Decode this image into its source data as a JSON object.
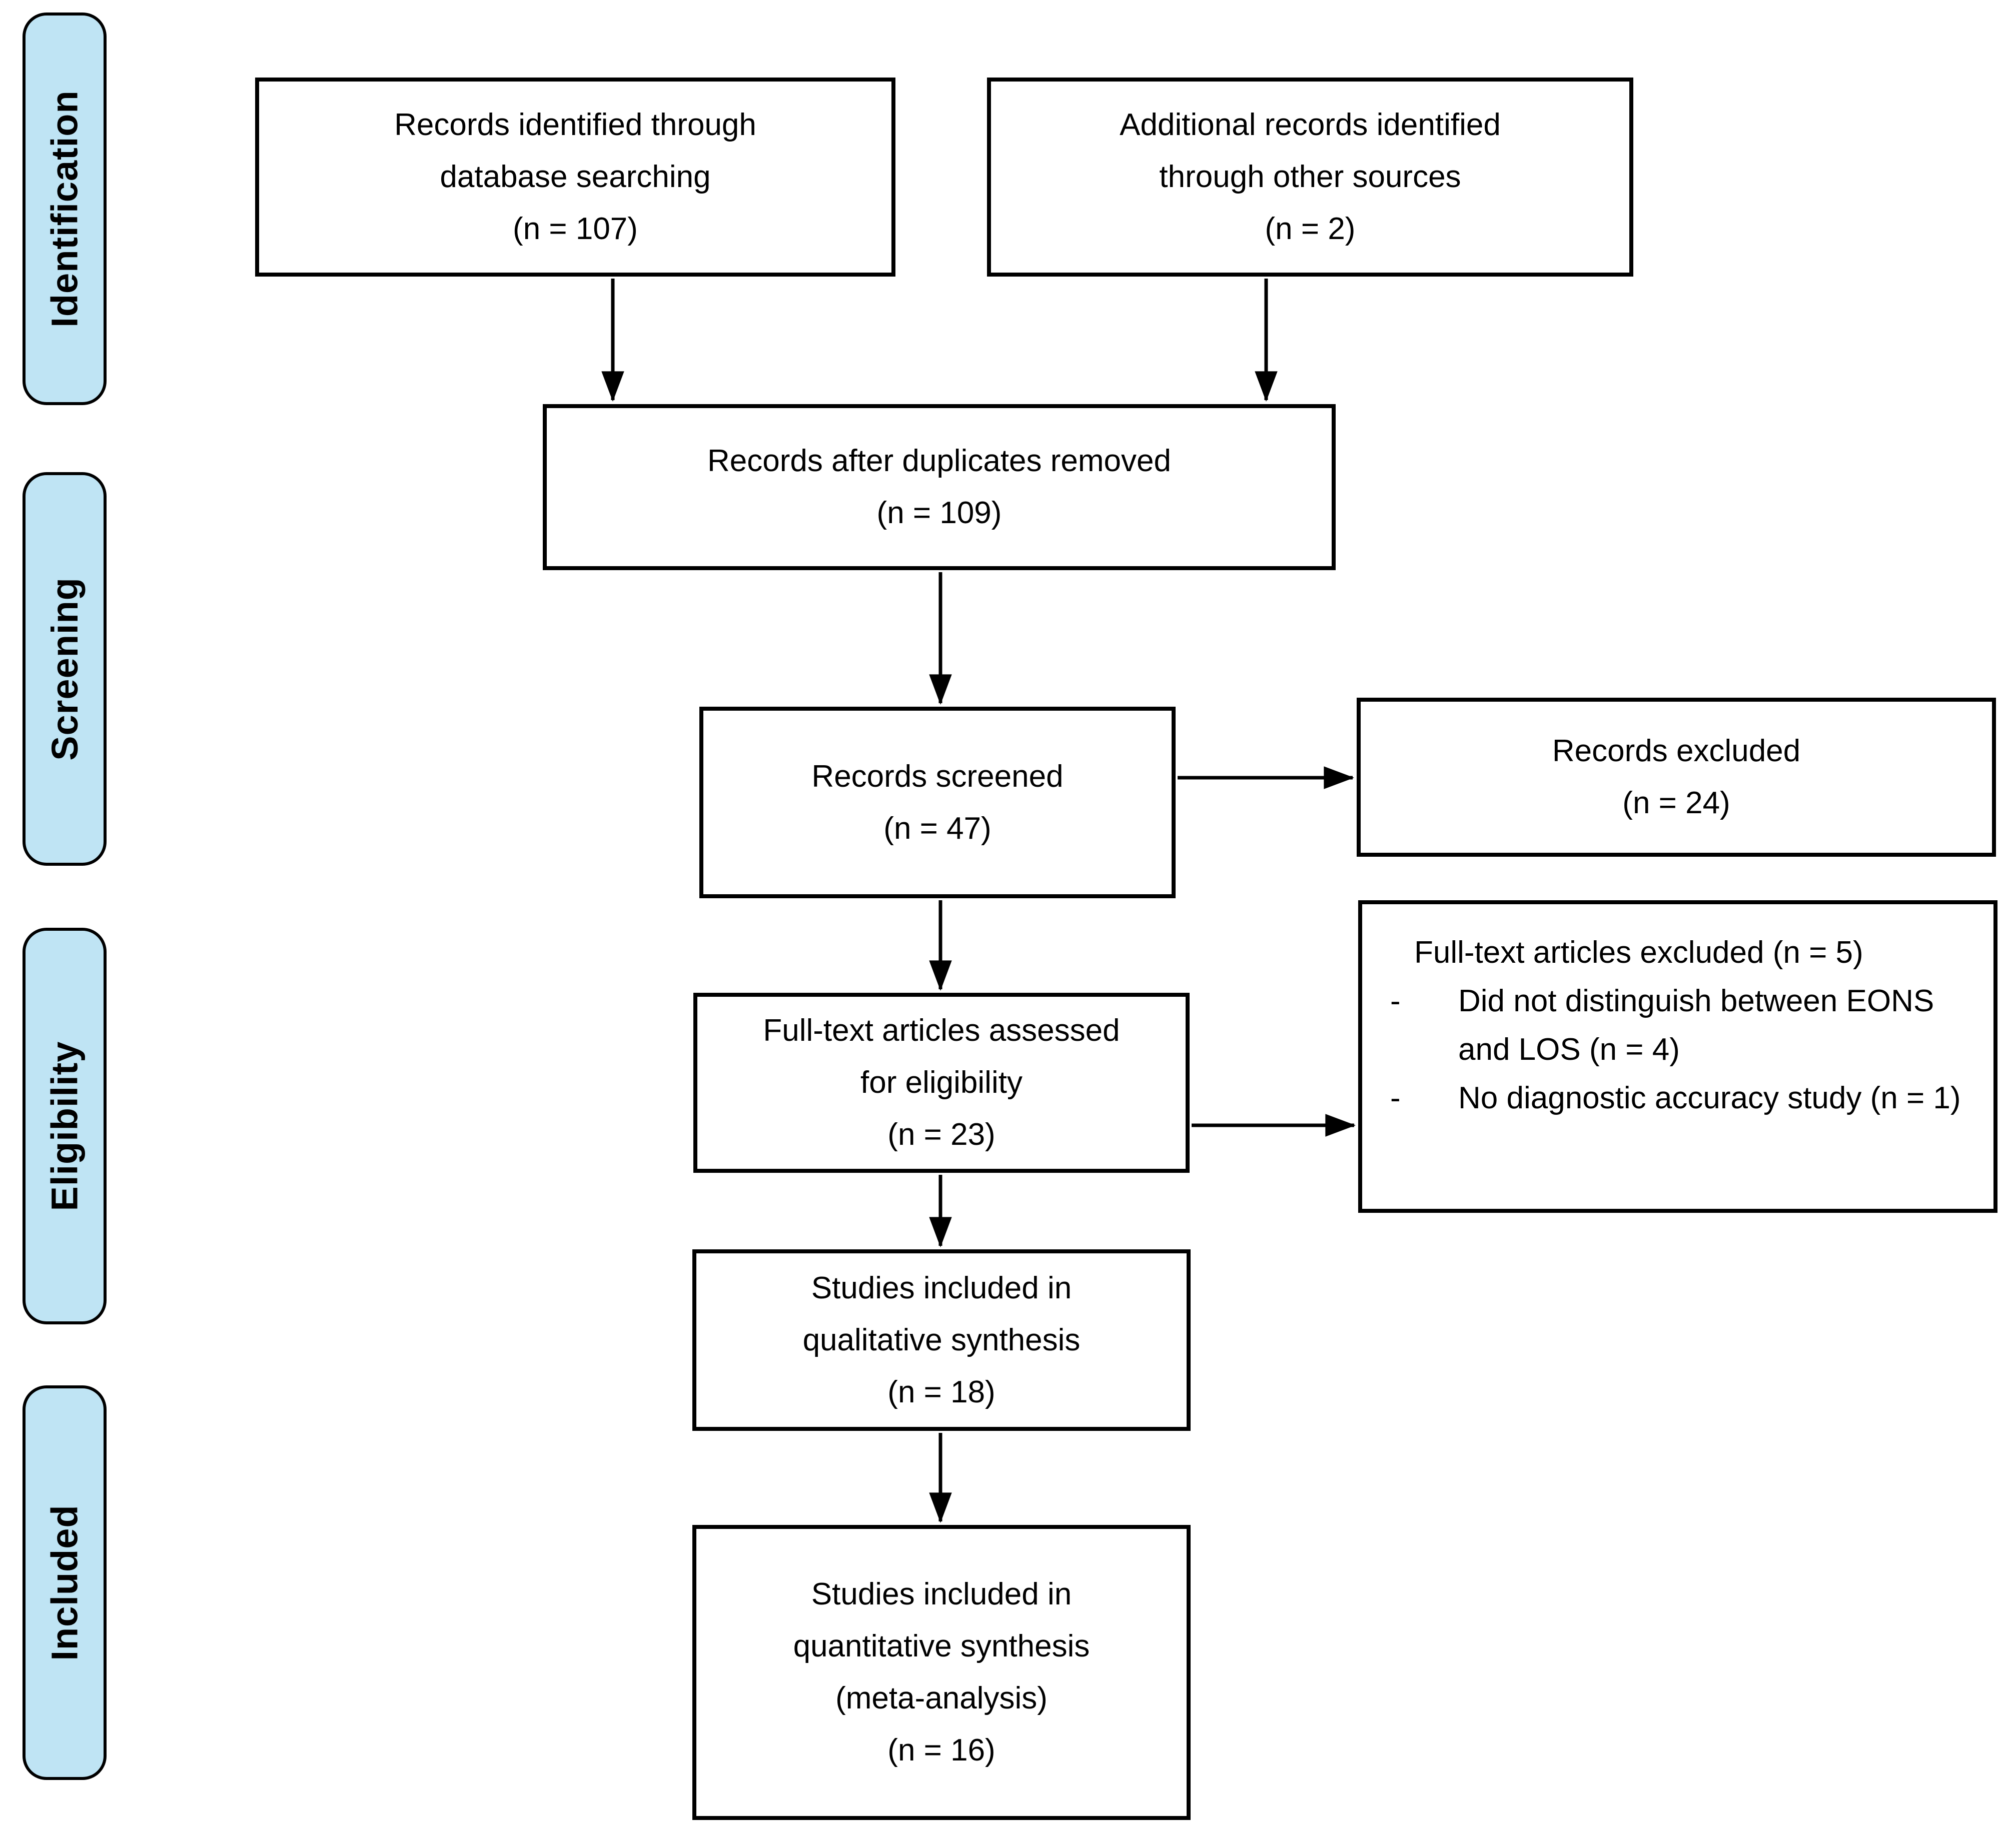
{
  "colors": {
    "stage_fill": "#BFE4F4",
    "box_fill": "#FFFFFF",
    "border": "#000000",
    "text": "#000000"
  },
  "stages": [
    {
      "label": "Identification"
    },
    {
      "label": "Screening"
    },
    {
      "label": "Eligibility"
    },
    {
      "label": "Included"
    }
  ],
  "boxes": [
    {
      "lines": [
        "Records identified through",
        "database searching",
        "(n = 107)"
      ]
    },
    {
      "lines": [
        "Additional records identified",
        "through other sources",
        "(n = 2)"
      ]
    },
    {
      "lines": [
        "Records after duplicates removed",
        "(n = 109)"
      ]
    },
    {
      "lines": [
        "Records screened",
        "(n = 47)"
      ]
    },
    {
      "lines": [
        "Records excluded",
        "(n = 24)"
      ]
    },
    {
      "lines": [
        "Full-text articles assessed",
        "for eligibility",
        "(n = 23)"
      ]
    },
    {
      "heading": "Full-text articles excluded (n = 5)",
      "bullet_marker": "-",
      "bullets": [
        "Did not distinguish between EONS and LOS (n = 4)",
        "No diagnostic accuracy study (n = 1)"
      ]
    },
    {
      "lines": [
        "Studies included in",
        "qualitative synthesis",
        "(n = 18)"
      ]
    },
    {
      "lines": [
        "Studies included in",
        "quantitative synthesis",
        "(meta-analysis)",
        "(n = 16)"
      ]
    }
  ]
}
